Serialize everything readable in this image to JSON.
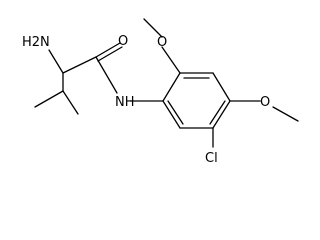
{
  "molecule": {
    "labels": {
      "nh2": "H2N",
      "o_carbonyl": "O",
      "nh": "NH",
      "o_methoxy_top": "O",
      "o_methoxy_right": "O",
      "cl": "Cl"
    }
  }
}
